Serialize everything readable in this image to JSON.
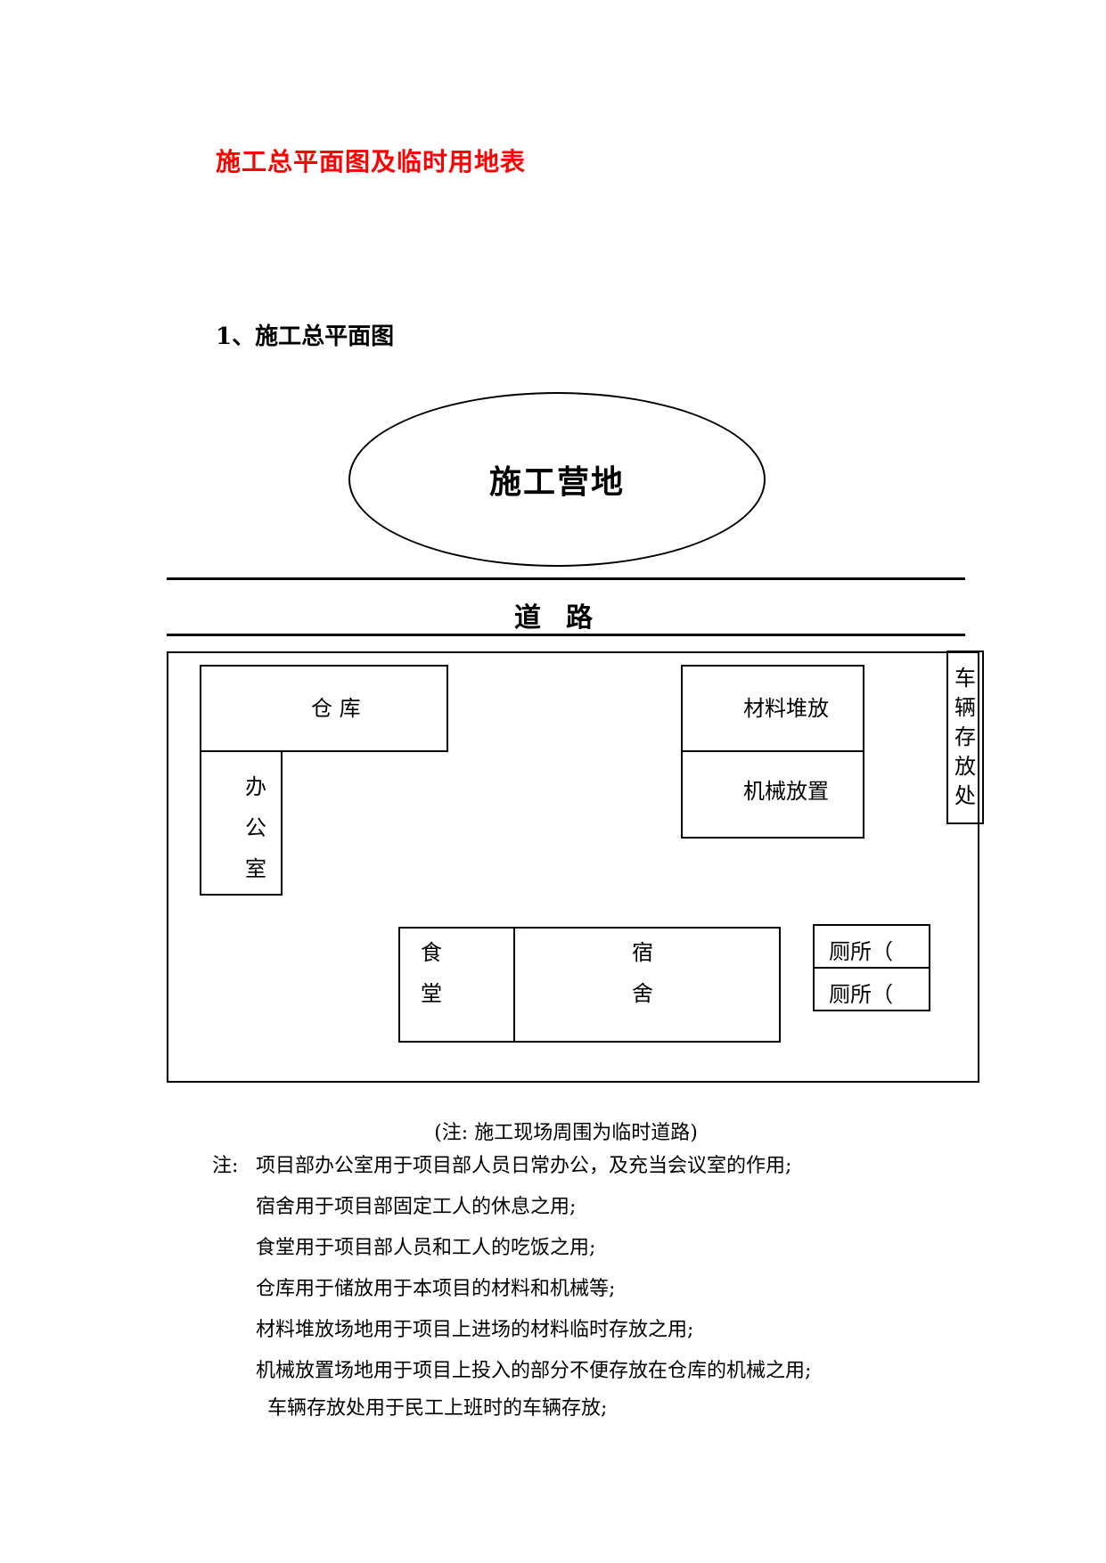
{
  "title": "施工总平面图及临时用地表",
  "section_heading": "1、施工总平面图",
  "plan": {
    "camp": "施工营地",
    "road": "道路",
    "warehouse": "仓 库",
    "office": [
      "办",
      "公",
      "室"
    ],
    "material_storage": "材料堆放",
    "machine_storage": "机械放置",
    "vehicle_parking": [
      "车",
      "辆",
      "存",
      "放",
      "处"
    ],
    "canteen": [
      "食",
      "堂"
    ],
    "dormitory": [
      "宿",
      "舍"
    ],
    "toilet_1": "厕所（",
    "toilet_2": "厕所（"
  },
  "caption": "(注: 施工现场周围为临时道路)",
  "notes": {
    "prefix": "注:",
    "lines": [
      "项目部办公室用于项目部人员日常办公，及充当会议室的作用;",
      "宿舍用于项目部固定工人的休息之用;",
      "食堂用于项目部人员和工人的吃饭之用;",
      "仓库用于储放用于本项目的材料和机械等;",
      "材料堆放场地用于项目上进场的材料临时存放之用;",
      "机械放置场地用于项目上投入的部分不便存放在仓库的机械之用;",
      "车辆存放处用于民工上班时的车辆存放;"
    ]
  }
}
